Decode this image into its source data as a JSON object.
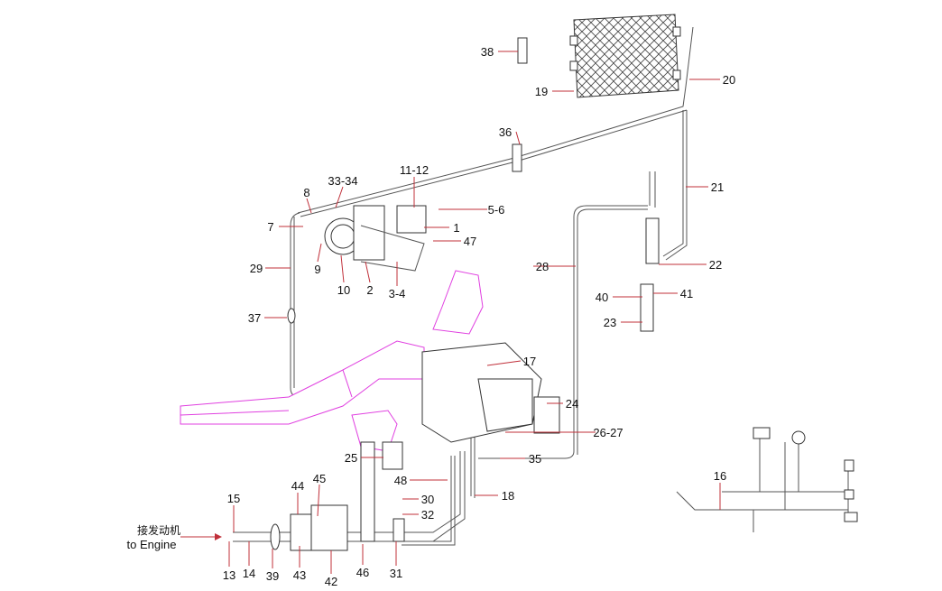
{
  "title": "Air conditioning system parts diagram",
  "engine_note": {
    "cn": "接发动机",
    "en": "to Engine"
  },
  "colors": {
    "leader": "#c0303a",
    "duct": "#e040e0",
    "line": "#555555"
  },
  "callouts": [
    "38",
    "19",
    "20",
    "36",
    "21",
    "11-12",
    "33-34",
    "8",
    "7",
    "5-6",
    "1",
    "47",
    "9",
    "10",
    "2",
    "3-4",
    "29",
    "28",
    "22",
    "40",
    "41",
    "37",
    "23",
    "17",
    "24",
    "26-27",
    "25",
    "35",
    "48",
    "18",
    "16",
    "15",
    "44",
    "45",
    "30",
    "32",
    "13",
    "14",
    "39",
    "43",
    "42",
    "46",
    "31"
  ]
}
